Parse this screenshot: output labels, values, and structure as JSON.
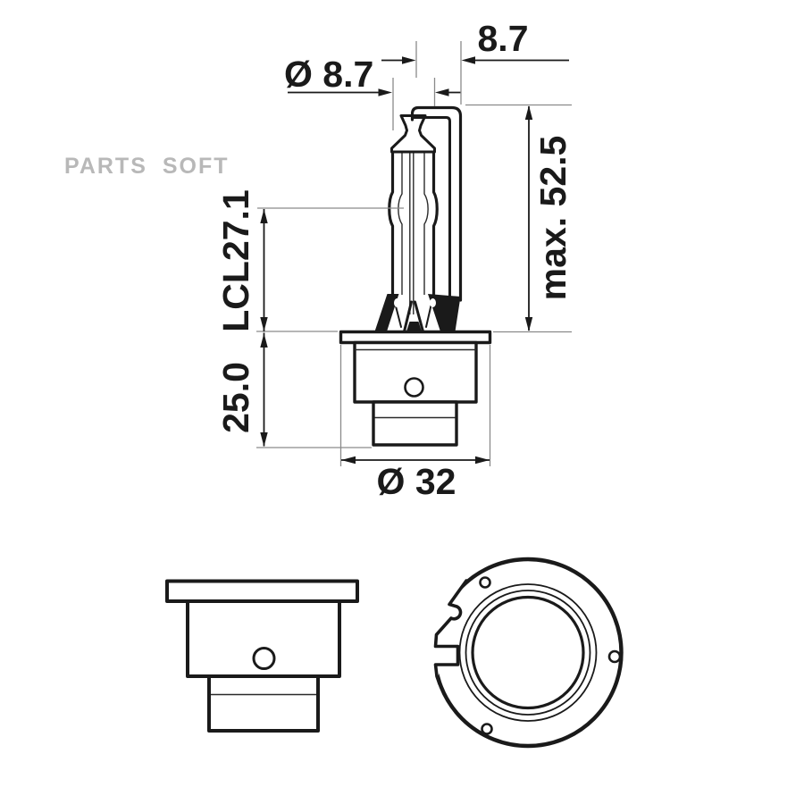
{
  "watermark": {
    "text": "PARTS SOFT"
  },
  "dimensions": {
    "tube_diameter": "Ø 8.7",
    "electrode_offset": "8.7",
    "max_total_length": "max. 52.5",
    "light_center_length": "LCL27.1",
    "base_depth": "25.0",
    "base_diameter": "Ø 32"
  },
  "colors": {
    "line": "#1a1a1a",
    "ext": "#8a8a8a",
    "watermark": "#b8b8b8",
    "bg": "#ffffff"
  }
}
